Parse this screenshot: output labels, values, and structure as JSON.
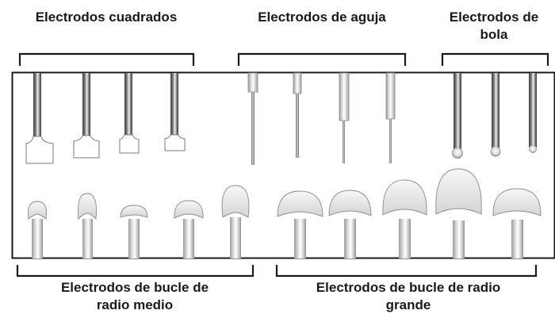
{
  "labels": {
    "square": "Electrodos cuadrados",
    "needle": "Electrodos de aguja",
    "ball_line1": "Electrodos de",
    "ball_line2": "bola",
    "loop_medium_line1": "Electrodos de bucle de",
    "loop_medium_line2": "radio medio",
    "loop_large_line1": "Electrodos de bucle de radio",
    "loop_large_line2": "grande"
  },
  "colors": {
    "frame": "#1a1a1a",
    "shaft_dark": "#4a4a4a",
    "shaft_light": "#e6e6e6",
    "wire": "#777777",
    "text": "#1a1a1a"
  },
  "groups": [
    {
      "name": "square",
      "count": 4
    },
    {
      "name": "needle",
      "count": 4
    },
    {
      "name": "ball",
      "count": 3
    },
    {
      "name": "loop-medium",
      "count": 5
    },
    {
      "name": "loop-large",
      "count": 5
    }
  ]
}
